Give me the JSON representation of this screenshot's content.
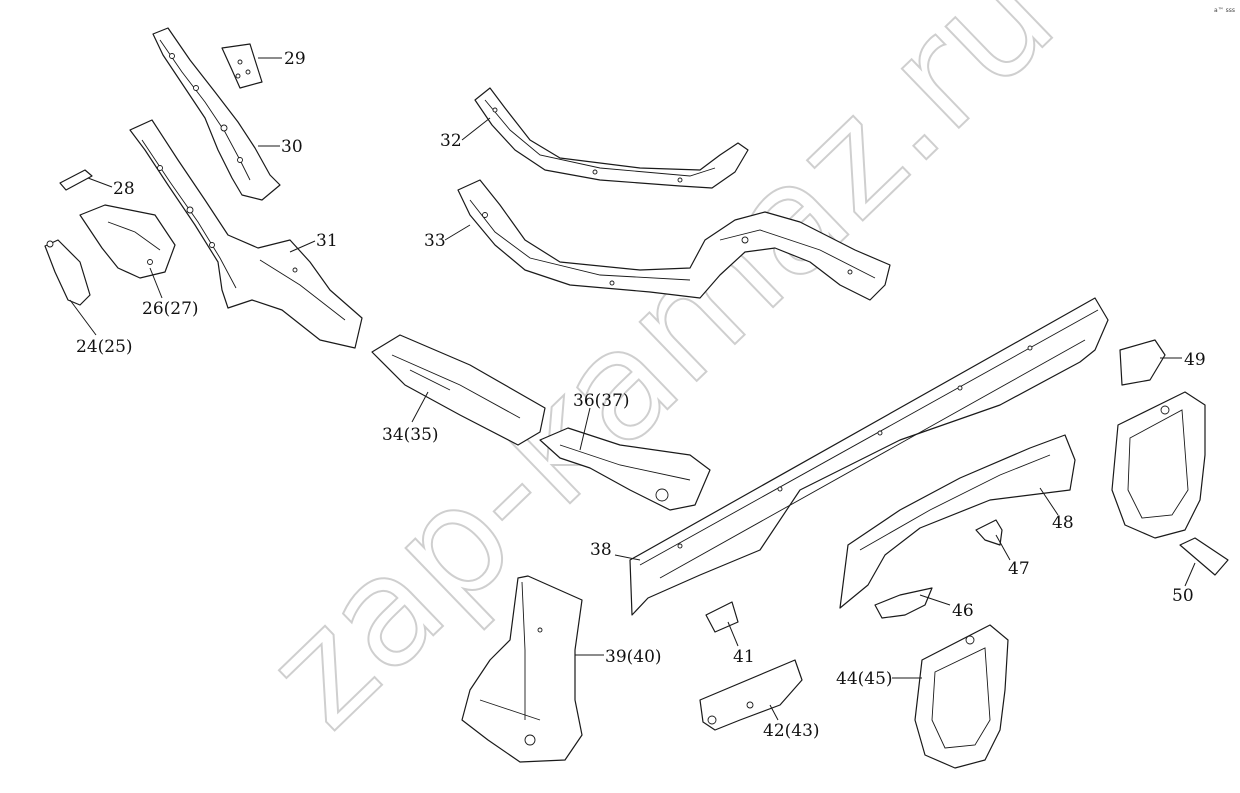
{
  "corner_mark": "a™ sss",
  "watermark": "zap-kamaz.ru",
  "callouts": [
    {
      "id": "c29",
      "text": "29"
    },
    {
      "id": "c30",
      "text": "30"
    },
    {
      "id": "c28",
      "text": "28"
    },
    {
      "id": "c31",
      "text": "31"
    },
    {
      "id": "c26",
      "text": "26(27)"
    },
    {
      "id": "c24",
      "text": "24(25)"
    },
    {
      "id": "c32",
      "text": "32"
    },
    {
      "id": "c33",
      "text": "33"
    },
    {
      "id": "c34",
      "text": "34(35)"
    },
    {
      "id": "c36",
      "text": "36(37)"
    },
    {
      "id": "c38",
      "text": "38"
    },
    {
      "id": "c39",
      "text": "39(40)"
    },
    {
      "id": "c41",
      "text": "41"
    },
    {
      "id": "c42",
      "text": "42(43)"
    },
    {
      "id": "c44",
      "text": "44(45)"
    },
    {
      "id": "c46",
      "text": "46"
    },
    {
      "id": "c47",
      "text": "47"
    },
    {
      "id": "c48",
      "text": "48"
    },
    {
      "id": "c49",
      "text": "49"
    },
    {
      "id": "c50",
      "text": "50"
    }
  ]
}
